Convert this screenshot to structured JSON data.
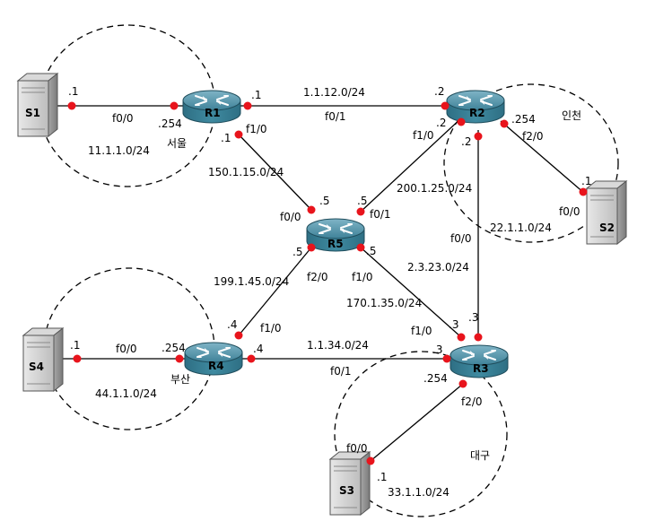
{
  "routers": {
    "r1": "R1",
    "r2": "R2",
    "r3": "R3",
    "r4": "R4",
    "r5": "R5"
  },
  "servers": {
    "s1": "S1",
    "s2": "S2",
    "s3": "S3",
    "s4": "S4"
  },
  "regions": {
    "seoul": "서울",
    "incheon": "인천",
    "busan": "부산",
    "daegu": "대구"
  },
  "networks": {
    "n11": "11.1.1.0/24",
    "n112": "1.1.12.0/24",
    "n22": "22.1.1.0/24",
    "n150": "150.1.15.0/24",
    "n200": "200.1.25.0/24",
    "n199": "199.1.45.0/24",
    "n170": "170.1.35.0/24",
    "n2323": "2.3.23.0/24",
    "n134": "1.1.34.0/24",
    "n44": "44.1.1.0/24",
    "n33": "33.1.1.0/24"
  },
  "interfaces": {
    "s1_f00": "f0/0",
    "r1_f10": "f1/0",
    "r2_f01": "f0/1",
    "r2_f10": "f1/0",
    "r2_f20": "f2/0",
    "r2_f00": "f0/0",
    "s2_f00": "f0/0",
    "r5_f00": "f0/0",
    "r5_f01": "f0/1",
    "r5_f20": "f2/0",
    "r5_f10": "f1/0",
    "r4_f10": "f1/0",
    "r4_f00": "f0/0",
    "r3_f10": "f1/0",
    "r3_f01": "f0/1",
    "r3_f20": "f2/0",
    "s3_f00": "f0/0"
  },
  "hosts": {
    "s1_dot1": ".1",
    "r1_dot254": ".254",
    "r1_dot1_a": ".1",
    "r1_dot1_b": ".1",
    "r2_dot2_a": ".2",
    "r2_dot2_b": ".2",
    "r2_dot2_c": ".2",
    "r2_dot254": ".254",
    "s2_dot1": ".1",
    "r5_dot5_a": ".5",
    "r5_dot5_b": ".5",
    "r5_dot5_c": ".5",
    "r5_dot5_d": ".5",
    "r4_dot4_a": ".4",
    "r4_dot4_b": ".4",
    "r4_dot254": ".254",
    "s4_dot1": ".1",
    "r3_dot3_a": ".3",
    "r3_dot3_b": ".3",
    "r3_dot3_c": ".3",
    "r3_dot254": ".254",
    "s3_dot1": ".1"
  }
}
